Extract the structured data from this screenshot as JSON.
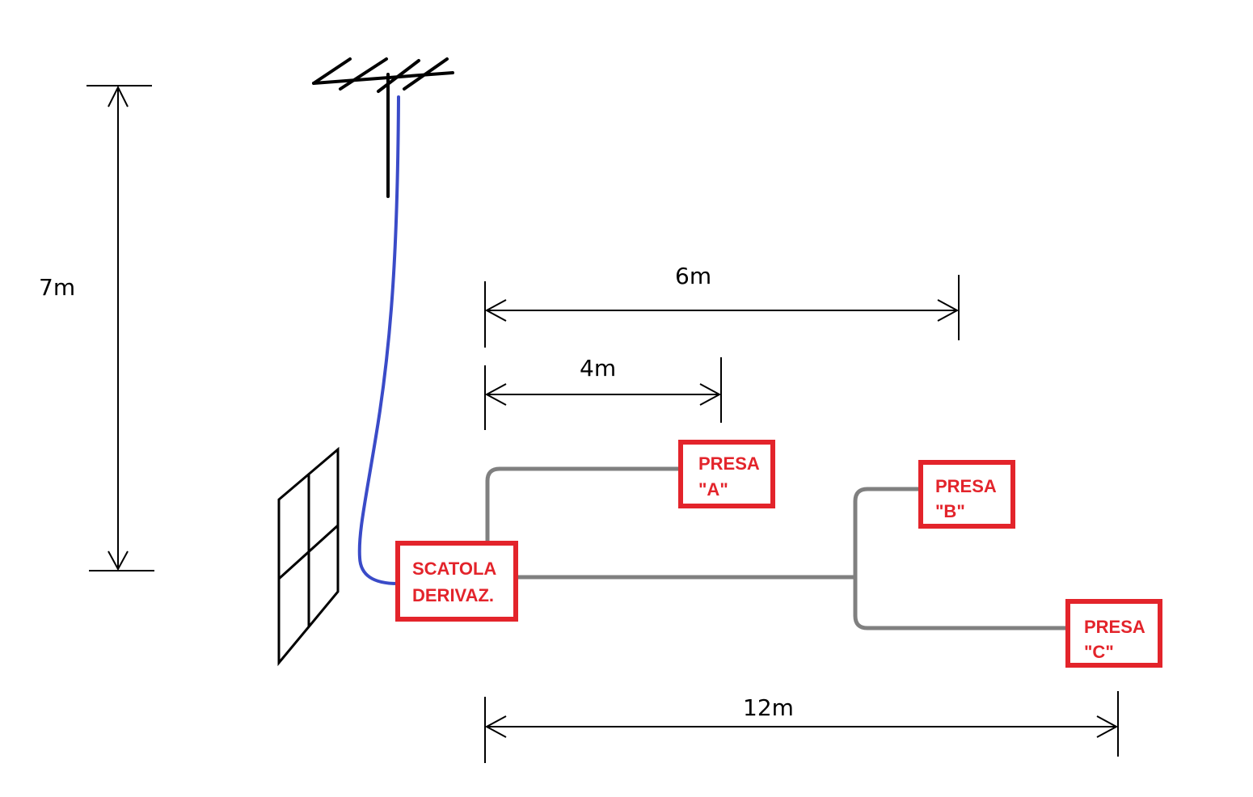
{
  "colors": {
    "ink": "#000000",
    "accent_red": "#e3242b",
    "antenna_cable": "#3a4bc8",
    "coax_cable": "#808080",
    "background": "#ffffff"
  },
  "dimensions": {
    "height": "7m",
    "span_a": "4m",
    "span_b": "6m",
    "span_c": "12m"
  },
  "boxes": {
    "junction": {
      "line1": "SCATOLA",
      "line2": "DERIVAZ."
    },
    "outlet_a": {
      "line1": "PRESA",
      "line2": "\"A\""
    },
    "outlet_b": {
      "line1": "PRESA",
      "line2": "\"B\""
    },
    "outlet_c": {
      "line1": "PRESA",
      "line2": "\"C\""
    }
  },
  "icons": {
    "antenna": "tv-antenna-icon",
    "window": "window-icon"
  }
}
